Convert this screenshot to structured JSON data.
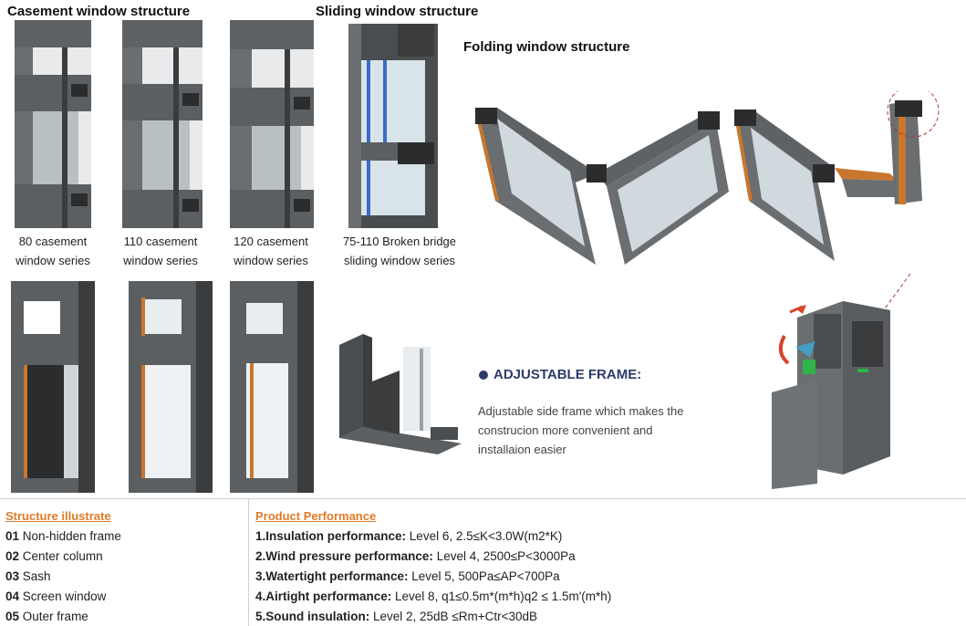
{
  "headings": {
    "casement": "Casement window structure",
    "sliding": "Sliding window structure",
    "folding": "Folding window structure"
  },
  "captions": [
    {
      "line1": "80 casement",
      "line2": "window series"
    },
    {
      "line1": "110 casement",
      "line2": "window series"
    },
    {
      "line1": "120 casement",
      "line2": "window series"
    },
    {
      "line1": "75-110 Broken bridge",
      "line2": "sliding window series"
    }
  ],
  "adjustable": {
    "title": "ADJUSTABLE FRAME:",
    "desc_line1": "Adjustable side frame which makes the",
    "desc_line2": "construcion more convenient and",
    "desc_line3": "installaion easier"
  },
  "structure": {
    "header": "Structure illustrate",
    "items": [
      {
        "num": "01",
        "label": "Non-hidden frame"
      },
      {
        "num": "02",
        "label": "Center column"
      },
      {
        "num": "03",
        "label": "Sash"
      },
      {
        "num": "04",
        "label": "Screen window"
      },
      {
        "num": "05",
        "label": "Outer frame"
      }
    ]
  },
  "performance": {
    "header": "Product Performance",
    "items": [
      {
        "title": "1.Insulation performance:",
        "value": " Level 6, 2.5≤K<3.0W(m2*K)"
      },
      {
        "title": "2.Wind pressure performance:",
        "value": " Level 4, 2500≤P<3000Pa"
      },
      {
        "title": "3.Watertight performance:",
        "value": " Level 5, 500Pa≤AP<700Pa"
      },
      {
        "title": "4.Airtight performance:",
        "value": " Level 8, q1≤0.5m*(m*h)q2 ≤ 1.5m'(m*h)"
      },
      {
        "title": "5.Sound insulation:",
        "value": " Level 2, 25dB ≤Rm+Ctr<30dB"
      }
    ]
  },
  "colors": {
    "profile": "#6b6e70",
    "profile_dark": "#3a3c3e",
    "thermal": "#c9772e",
    "accent_orange": "#e07b2a",
    "adjustable_blue": "#2d3a6b"
  }
}
